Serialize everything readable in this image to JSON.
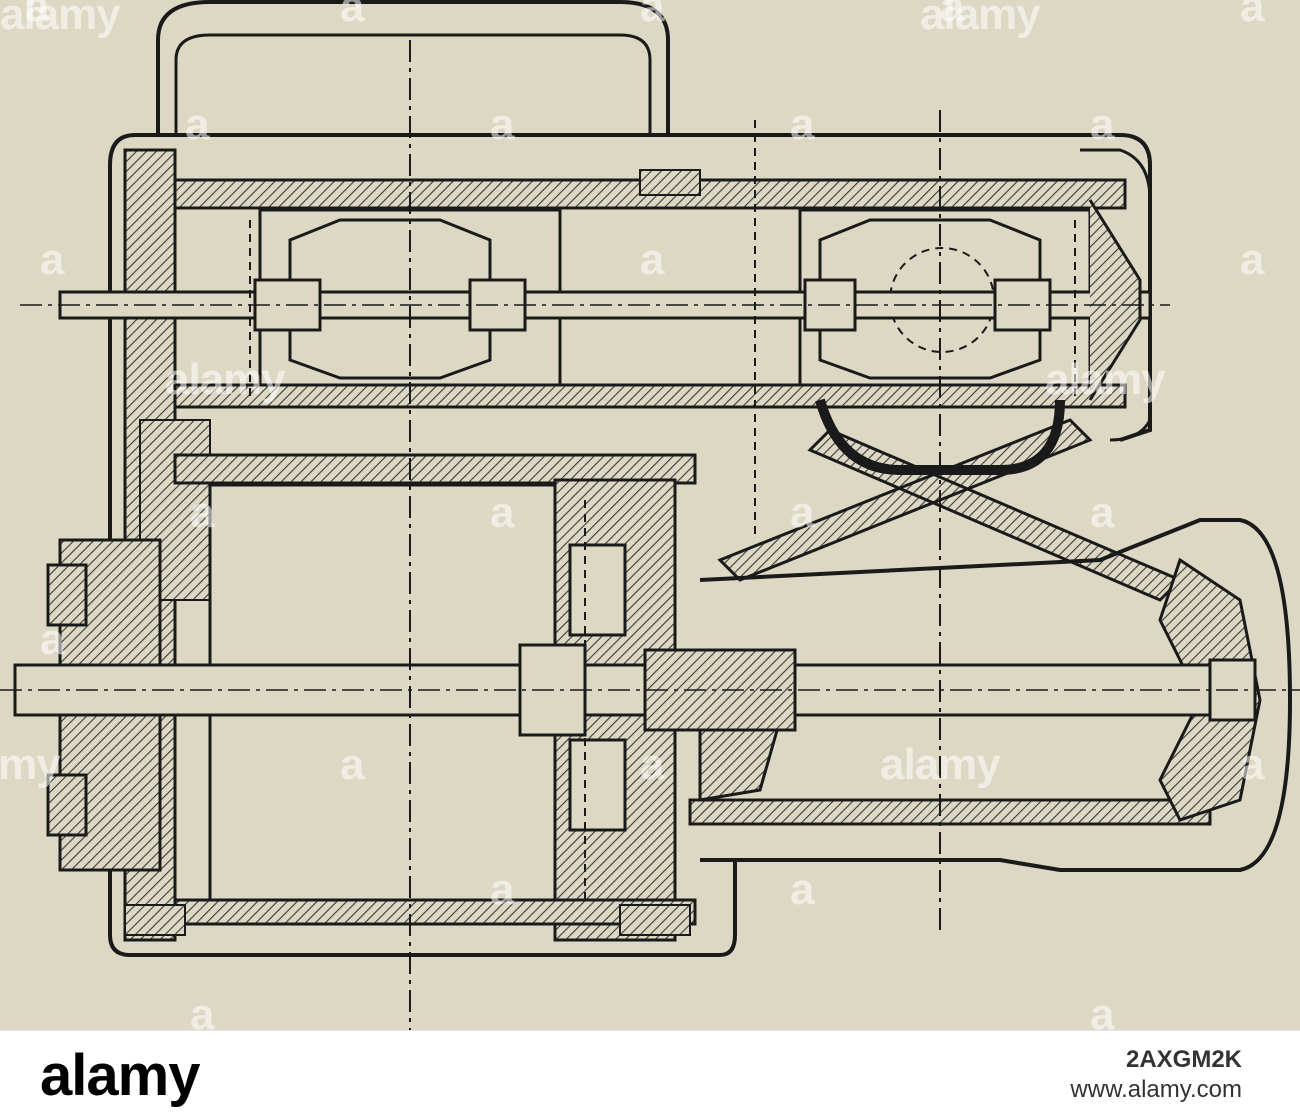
{
  "watermark": {
    "text": "alamy",
    "text_color": "#ffffff",
    "marks": [
      "a",
      "a",
      "a",
      "a",
      "a",
      "a",
      "a",
      "a",
      "a",
      "a",
      "a",
      "a",
      "a",
      "a",
      "a",
      "a",
      "a",
      "a",
      "a",
      "a",
      "a",
      "a",
      "a",
      "a"
    ]
  },
  "footer": {
    "logo": "alamy",
    "image_id": "2AXGM2K",
    "url": "www.alamy.com"
  },
  "colors": {
    "paper": "#ddd8c4",
    "ink": "#1a1a1a",
    "hatch": "#3a3a3a"
  }
}
